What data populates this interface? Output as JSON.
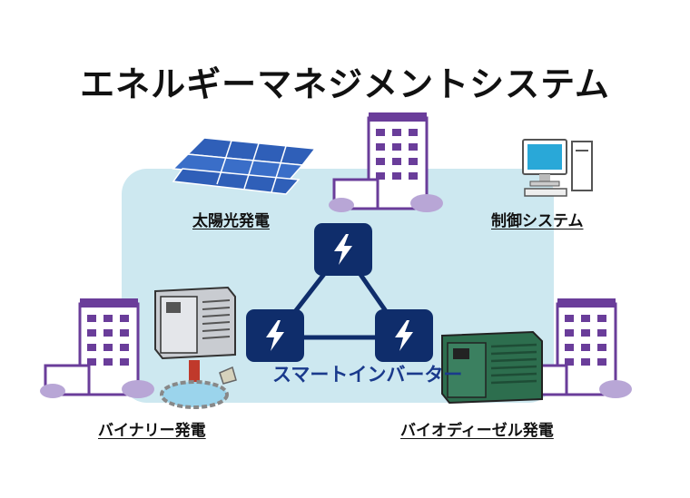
{
  "title": "エネルギーマネジメントシステム",
  "labels": {
    "solar": "太陽光発電",
    "control": "制御システム",
    "binary": "バイナリー発電",
    "biodiesel": "バイオディーゼル発電",
    "inverter": "スマートインバーター"
  },
  "colors": {
    "panel": "#cde8f0",
    "inverter": "#0f2d6b",
    "building": "#6a3d9a",
    "generator_binary": "#c9ccd1",
    "generator_biodiesel": "#2d6e4e"
  },
  "icons": [
    "lightning-icon",
    "solar-panel-icon",
    "building-icon",
    "computer-icon",
    "generator-icon",
    "hot-spring-icon"
  ]
}
